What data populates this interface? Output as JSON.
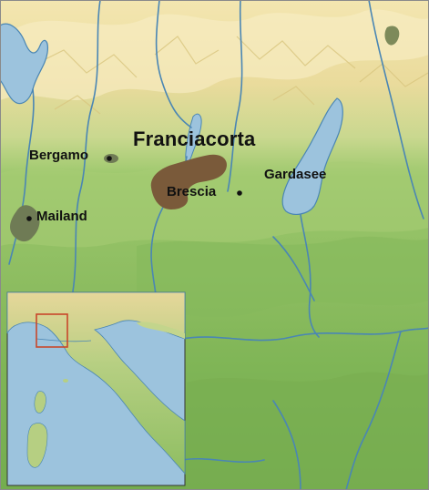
{
  "map": {
    "region": {
      "name": "Franciacorta",
      "color": "#7a5a3a"
    },
    "cities": [
      {
        "key": "bergamo",
        "name": "Bergamo"
      },
      {
        "key": "mailand",
        "name": "Mailand"
      },
      {
        "key": "brescia",
        "name": "Brescia"
      }
    ],
    "lakes": [
      {
        "key": "gardasee",
        "name": "Gardasee"
      }
    ],
    "colors": {
      "water": "#9cc3dd",
      "river": "#4a86b4",
      "mountains": "#f0e2a6",
      "hills": "#b9cf86",
      "plain": "#8fbe62",
      "plain_dark": "#78ad52",
      "urban": "#6f7b55"
    },
    "inset": {
      "description_marker": "locator-rectangle",
      "marker_color": "#c8472a"
    }
  }
}
